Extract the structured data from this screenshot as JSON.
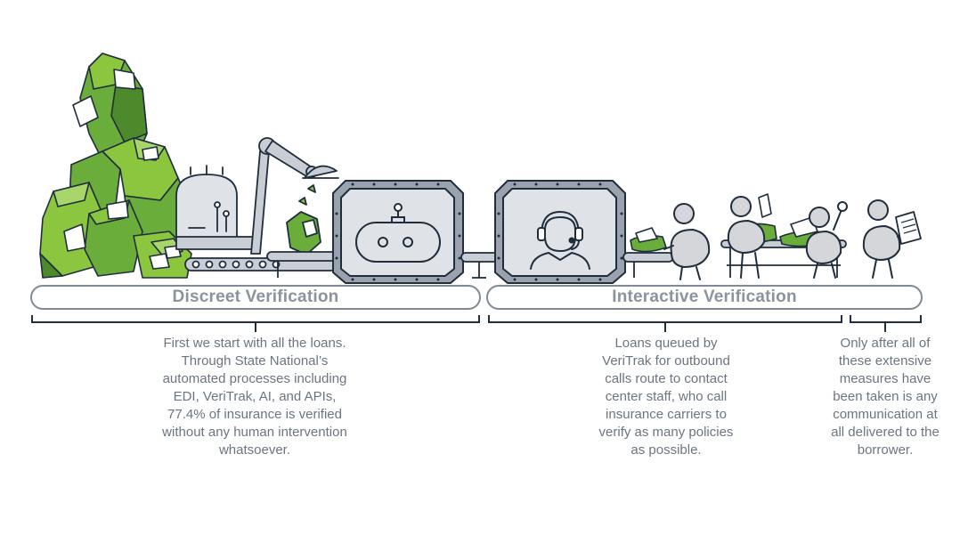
{
  "phases": {
    "discreet": {
      "label": "Discreet Verification",
      "description": "First we start with all the loans.\nThrough State National’s\nautomated processes including\nEDI, VeriTrak, AI, and APIs,\n77.4% of insurance is verified\nwithout any human intervention\nwhatsoever."
    },
    "interactive": {
      "label": "Interactive Verification",
      "description": "Loans queued by\nVeriTrak for outbound\ncalls route to contact\ncenter staff, who call\ninsurance carriers to\nverify as many policies\nas possible."
    },
    "borrower": {
      "description": "Only after all of\nthese extensive\nmeasures have\nbeen taken is any\ncommunication at\nall delivered to the\nborrower."
    }
  },
  "illustration": {
    "colors": {
      "outline": "#1f2d3d",
      "green_light": "#8cc63f",
      "green_mid": "#6aad3a",
      "green_dark": "#4c8a2c",
      "metal": "#c9ced4",
      "metal_dark": "#9aa3ad",
      "screen": "#dfe3e8",
      "person": "#d4d6d9"
    },
    "icons": [
      "loan-pile-icon",
      "robotic-arm-icon",
      "robot-face-icon",
      "call-center-agent-icon",
      "conveyor-belt-icon",
      "worker-icon",
      "document-icon"
    ]
  }
}
